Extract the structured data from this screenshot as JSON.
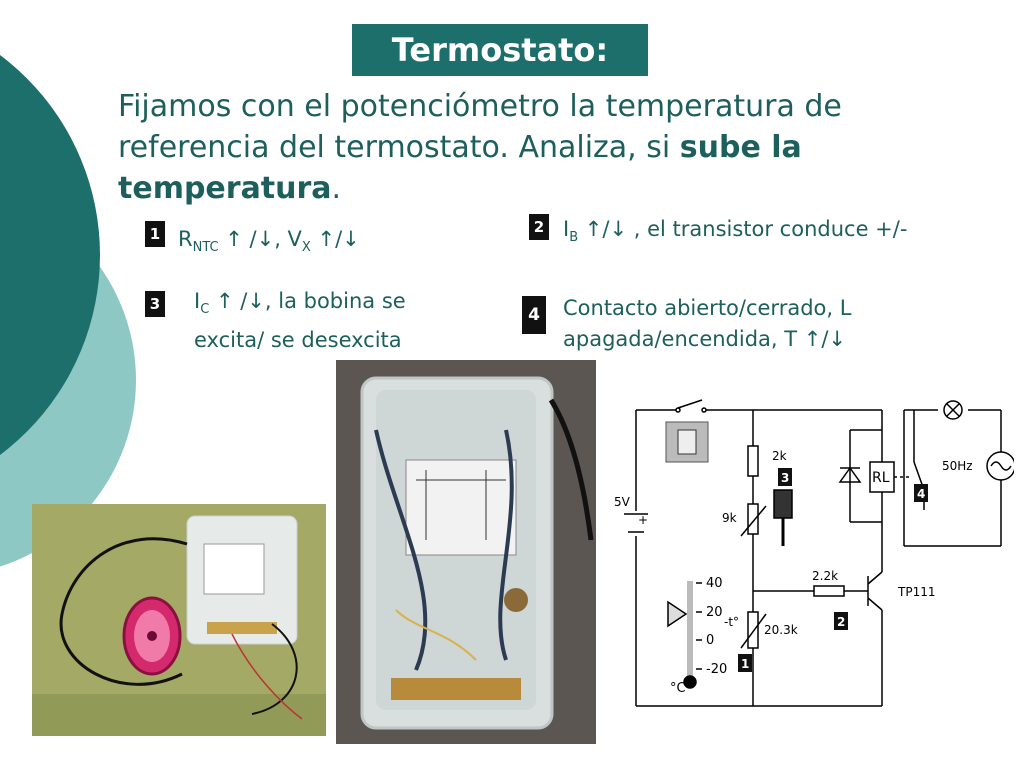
{
  "slide": {
    "title": "Termostato:",
    "intro_before": "Fijamos con el potenciómetro la temperatura de referencia del termostato. Analiza, si ",
    "intro_bold": "sube la temperatura",
    "intro_after": "."
  },
  "items": [
    {
      "badge": "1",
      "r": "R",
      "r_sub": "NTC",
      "r_rest": " ↑ /↓,  V",
      "v_sub": "X",
      "v_rest": " ↑/↓"
    },
    {
      "badge": "2",
      "i": "I",
      "i_sub": "B",
      "rest": " ↑/↓ , el transistor conduce +/-"
    },
    {
      "badge": "3",
      "i": "I",
      "i_sub": "C",
      "rest1": " ↑ /↓, la bobina se",
      "rest2": "excita/ se desexcita"
    },
    {
      "badge": "4",
      "line1": "Contacto abierto/cerrado, L",
      "line2": "apagada/encendida, T ↑/↓"
    }
  ],
  "circuit": {
    "supply": "5V",
    "plus": "+",
    "r_top": "2k",
    "pot": "9k",
    "r_base": "2.2k",
    "ntc": "20.3k",
    "ntc_symbol": "-t°",
    "relay": "RL",
    "transistor": "TP111",
    "mains": "50Hz",
    "thermo_ticks": [
      "40",
      "20",
      "0",
      "-20"
    ],
    "thermo_unit": "°C",
    "markers": [
      "1",
      "2",
      "3",
      "4"
    ]
  },
  "colors": {
    "teal_dark": "#1d6f6c",
    "teal_light": "#8ec8c4",
    "text": "#1d5f5c"
  }
}
